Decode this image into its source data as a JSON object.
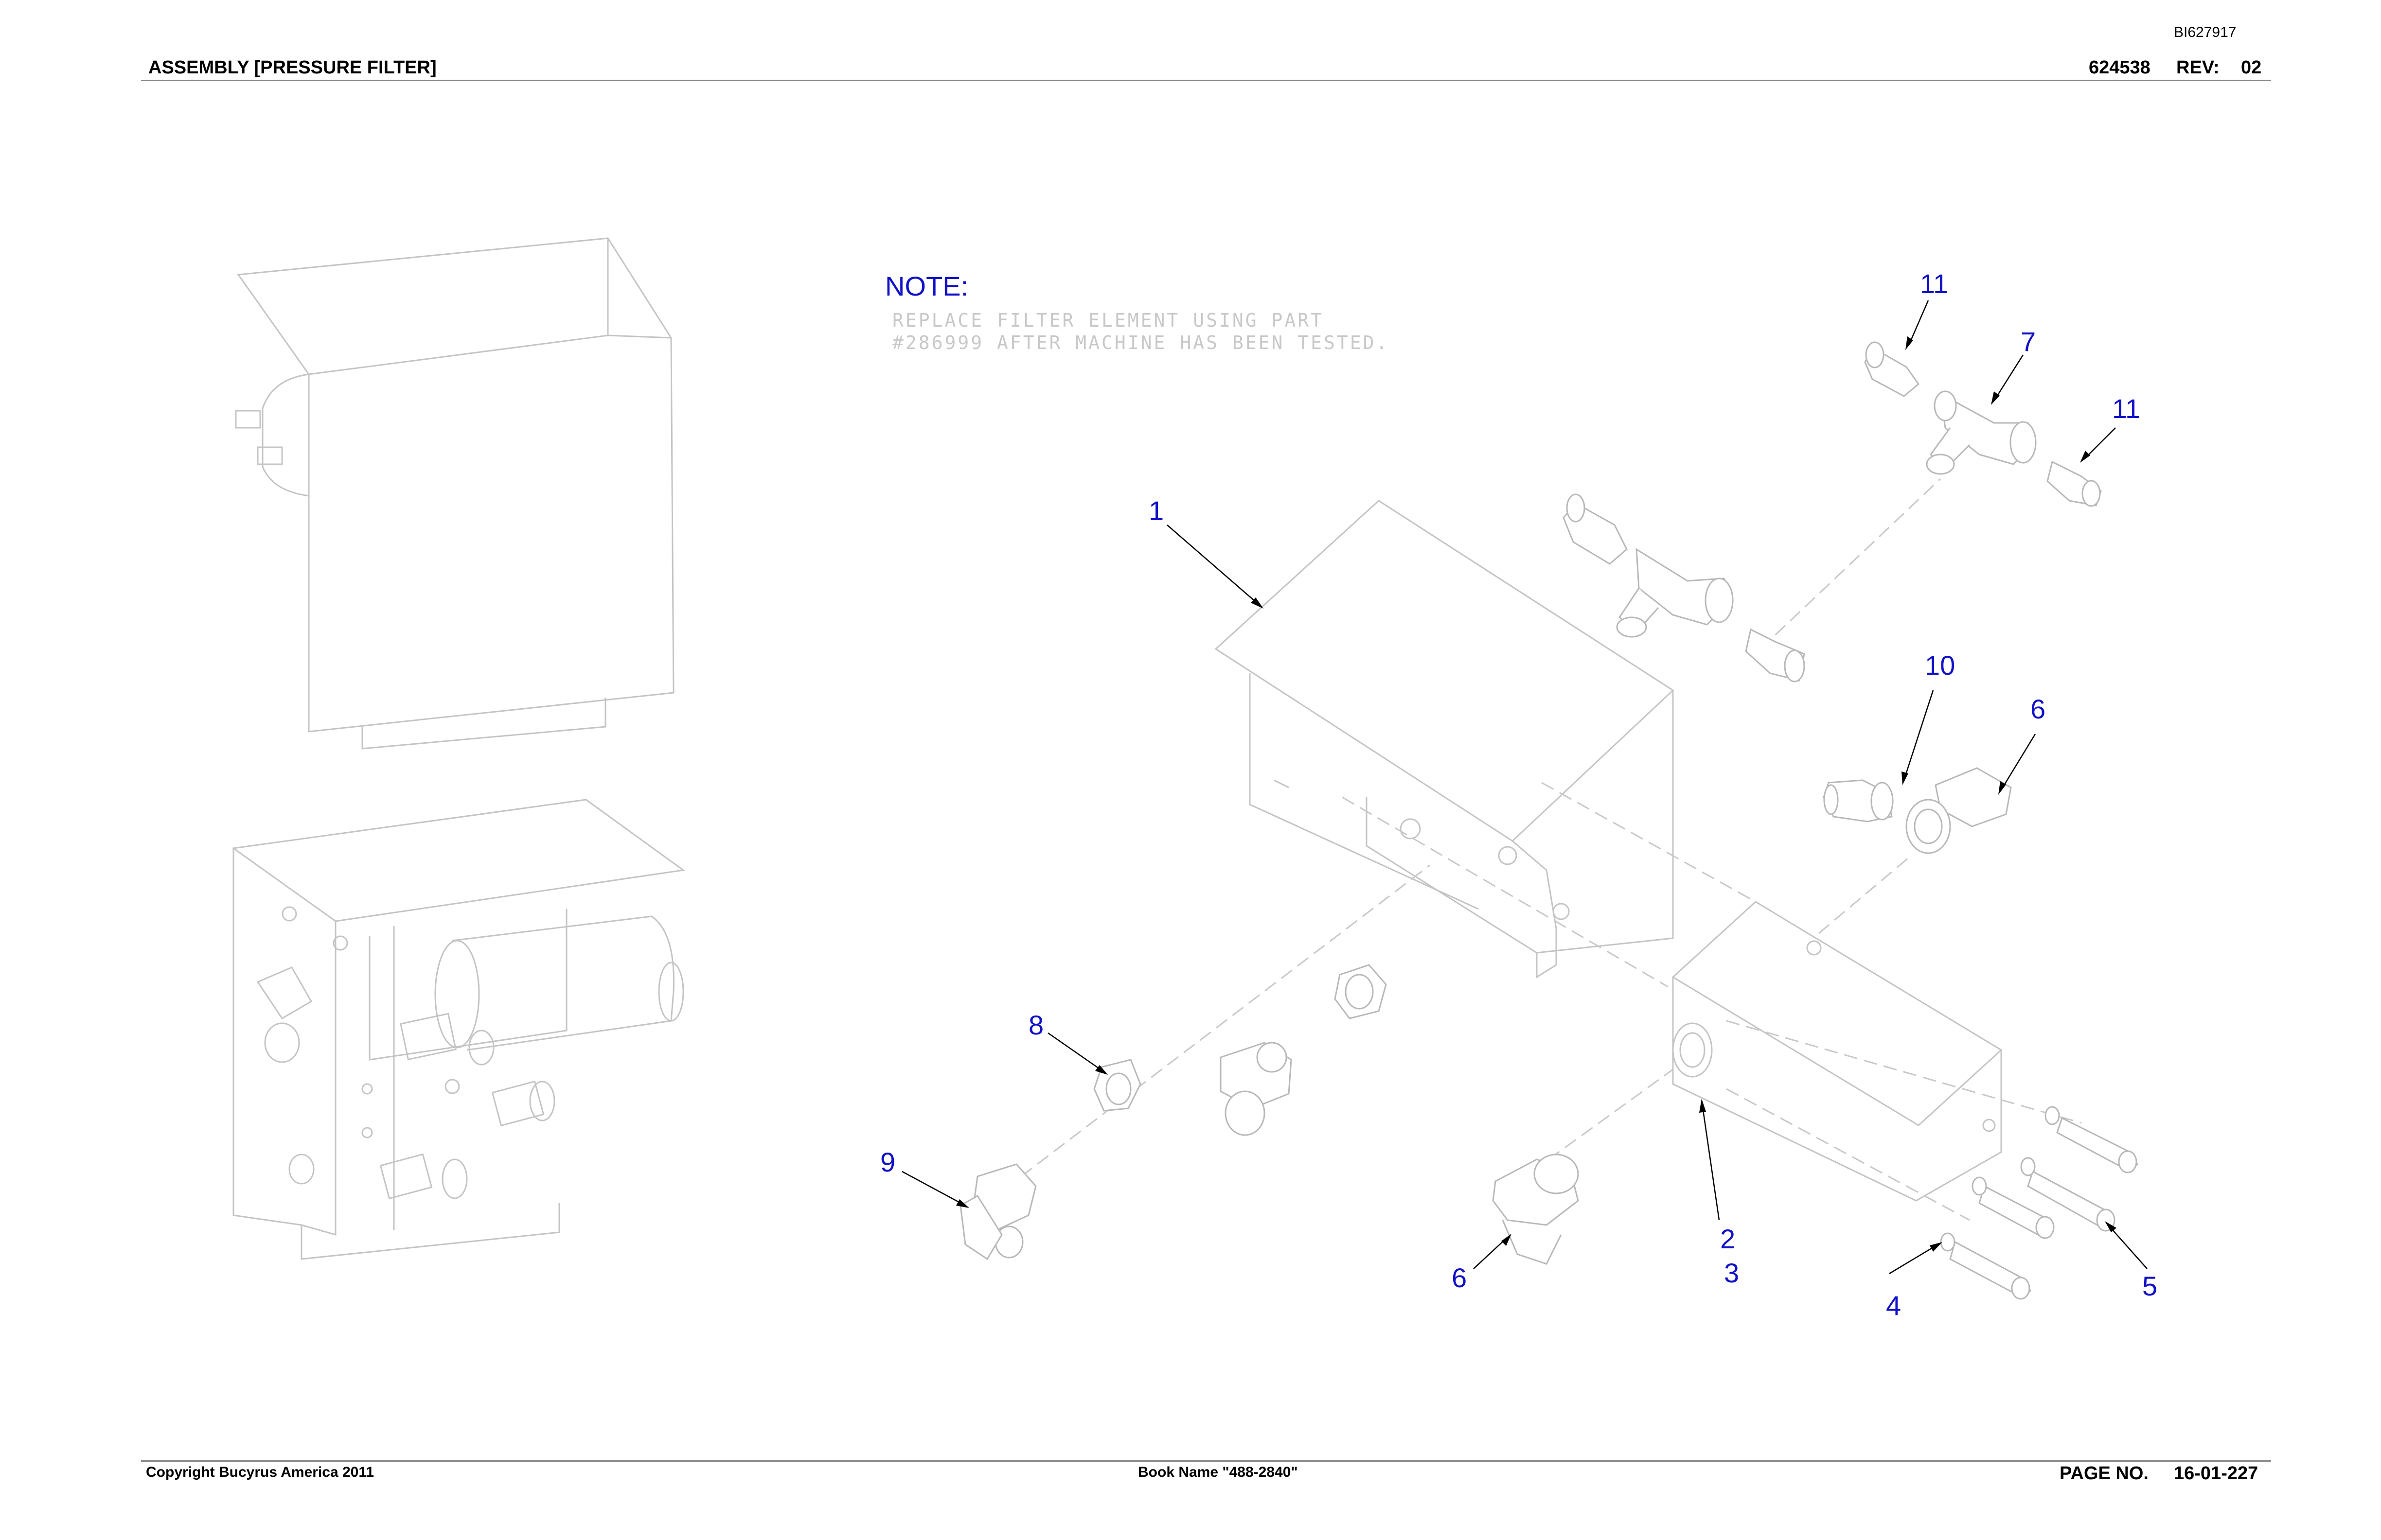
{
  "header": {
    "doc_id": "BI627917",
    "title": "ASSEMBLY [PRESSURE FILTER]",
    "part_number": "624538",
    "rev_label": "REV:",
    "rev_value": "02"
  },
  "note": {
    "title": "NOTE:",
    "line1": "REPLACE FILTER ELEMENT USING PART",
    "line2": "#286999 AFTER MACHINE HAS BEEN TESTED."
  },
  "callouts": [
    "11",
    "7",
    "11",
    "1",
    "10",
    "6",
    "8",
    "9",
    "6",
    "2",
    "3",
    "4",
    "5"
  ],
  "footer": {
    "copyright": "Copyright Bucyrus America 2011",
    "book_name": "Book Name \"488-2840\"",
    "page_label": "PAGE NO.",
    "page_value": "16-01-227"
  },
  "colors": {
    "callout": "#1010c8",
    "linework": "#c4c4c4",
    "text": "#000000"
  }
}
